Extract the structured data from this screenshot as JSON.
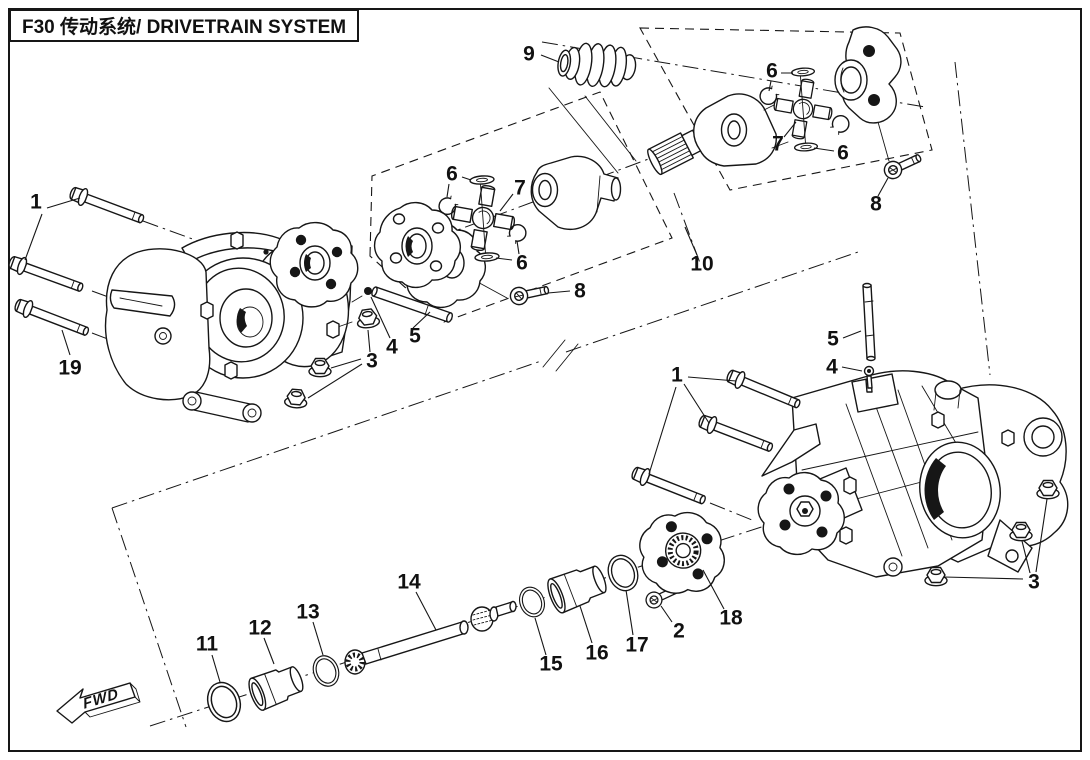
{
  "title_block": {
    "title": "F30 传动系统/ DRIVETRAIN SYSTEM"
  },
  "fwd_marker": {
    "label": "FWD"
  },
  "diagram": {
    "type": "exploded-parts-diagram",
    "line_color": "#161616",
    "background_color": "#ffffff",
    "callouts": [
      {
        "label": "1"
      },
      {
        "label": "19"
      },
      {
        "label": "3"
      },
      {
        "label": "4"
      },
      {
        "label": "5"
      },
      {
        "label": "6"
      },
      {
        "label": "7"
      },
      {
        "label": "6"
      },
      {
        "label": "8"
      },
      {
        "label": "9"
      },
      {
        "label": "6"
      },
      {
        "label": "7"
      },
      {
        "label": "6"
      },
      {
        "label": "8"
      },
      {
        "label": "10"
      },
      {
        "label": "1"
      },
      {
        "label": "5"
      },
      {
        "label": "4"
      },
      {
        "label": "3"
      },
      {
        "label": "11"
      },
      {
        "label": "12"
      },
      {
        "label": "13"
      },
      {
        "label": "14"
      },
      {
        "label": "15"
      },
      {
        "label": "16"
      },
      {
        "label": "17"
      },
      {
        "label": "2"
      },
      {
        "label": "18"
      }
    ]
  }
}
